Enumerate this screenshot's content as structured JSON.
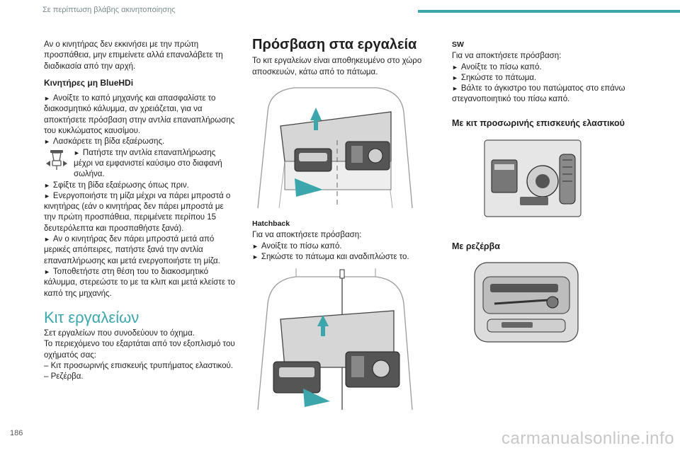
{
  "header": {
    "title": "Σε περίπτωση βλάβης ακινητοποίησης",
    "accent_color": "#3ba7ad"
  },
  "page_number": "186",
  "watermark": "carmanualsonline.info",
  "col1": {
    "intro": "Αν ο κινητήρας δεν εκκινήσει με την πρώτη προσπάθεια, μην επιμείνετε αλλά επαναλάβετε τη διαδικασία από την αρχή.",
    "subheading": "Κινητήρες μη BlueHDi",
    "bullet1": "Ανοίξτε το καπό μηχανής και απασφαλίστε το διακοσμητικό κάλυμμα, αν χρειάζεται, για να αποκτήσετε πρόσβαση στην αντλία επαναπλήρωσης του κυκλώματος καυσίμου.",
    "bullet2": "Λασκάρετε τη βίδα εξαέρωσης.",
    "bullet3": "Πατήστε την αντλία επαναπλήρωσης μέχρι να εμφανιστεί καύσιμο στο διαφανή σωλήνα.",
    "bullet4": "Σφίξτε τη βίδα εξαέρωσης όπως πριν.",
    "bullet5": "Ενεργοποιήστε τη μίζα μέχρι να πάρει μπροστά ο κινητήρας (εάν ο κινητήρας δεν πάρει μπροστά με την πρώτη προσπάθεια, περιμένετε περίπου 15 δευτερόλεπτα και προσπαθήστε ξανά).",
    "bullet6": "Αν ο κινητήρας δεν πάρει μπροστά μετά από μερικές απόπειρες, πατήστε ξανά την αντλία επαναπλήρωσης και μετά ενεργοποιήστε τη μίζα.",
    "bullet7": "Τοποθετήστε στη θέση του το διακοσμητικό κάλυμμα, στερεώστε το με τα κλιπ και μετά κλείστε το καπό της μηχανής.",
    "section_title": "Κιτ εργαλείων",
    "section_p1": "Σετ εργαλείων που συνοδεύουν το όχημα.",
    "section_p2": "Το περιεχόμενο του εξαρτάται από τον εξοπλισμό του οχήματός σας:",
    "dash1": "–  Κιτ προσωρινής επισκευής τρυπήματος ελαστικού.",
    "dash2": "–  Ρεζέρβα."
  },
  "col2": {
    "title": "Πρόσβαση στα εργαλεία",
    "intro": "Το κιτ εργαλείων είναι αποθηκευμένο στο χώρο αποσκευών, κάτω από το πάτωμα.",
    "hatch_label": "Hatchback",
    "hatch_intro": "Για να αποκτήσετε πρόσβαση:",
    "hatch_b1": "Ανοίξτε το πίσω καπό.",
    "hatch_b2": "Σηκώστε το πάτωμα και αναδιπλώστε το."
  },
  "col3": {
    "sw_label": "SW",
    "sw_intro": "Για να αποκτήσετε πρόσβαση:",
    "sw_b1": "Ανοίξτε το πίσω καπό.",
    "sw_b2": "Σηκώστε το πάτωμα.",
    "sw_b3": "Βάλτε το άγκιστρο του πατώματος στο επάνω στεγανοποιητικό του πίσω καπό.",
    "kit_title": "Με κιτ προσωρινής επισκευής ελαστικού",
    "spare_title": "Με ρεζέρβα"
  },
  "bullet_marker": "►",
  "icons": {
    "pedal": "pump-pedal-icon",
    "arrow": "lift-arrow-icon"
  }
}
